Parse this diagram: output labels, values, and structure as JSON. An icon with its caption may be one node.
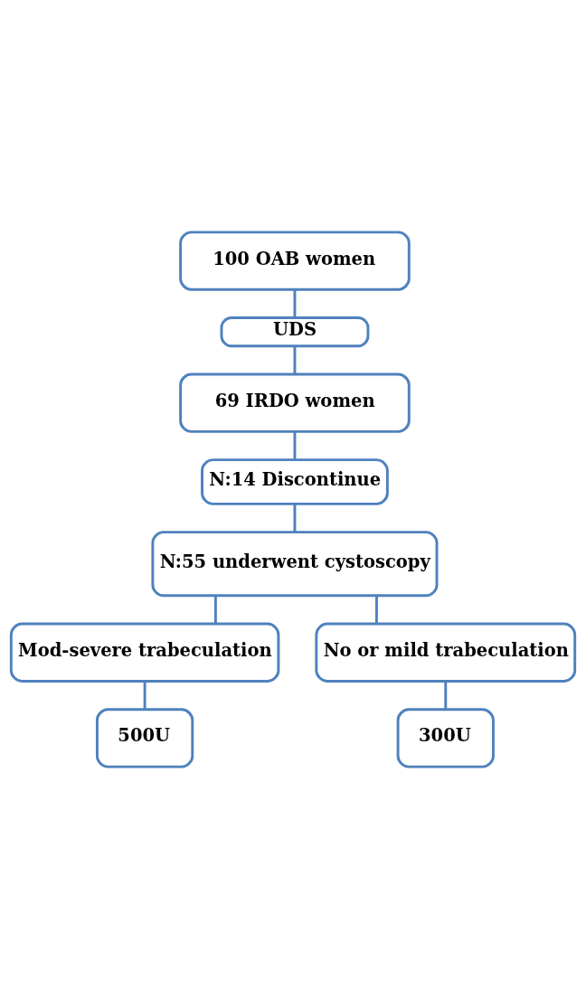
{
  "diagram": {
    "nodes": [
      {
        "text": [
          "100 OAB women"
        ]
      },
      {
        "text": [
          "UDS"
        ]
      },
      {
        "text": [
          "69 IRDO women"
        ]
      },
      {
        "text": [
          "N:14 Discontinue"
        ]
      },
      {
        "text": [
          "N:55 underwent cystoscopy"
        ]
      },
      {
        "text": [
          "Mod-severe trabeculation"
        ]
      },
      {
        "text": [
          "No or mild trabeculation"
        ]
      },
      {
        "text": [
          "500U"
        ]
      },
      {
        "text": [
          "300U"
        ]
      }
    ],
    "edges": [
      {
        "from": 0,
        "to": 1,
        "arrow": "none"
      },
      {
        "from": 1,
        "to": 2,
        "arrow": "none"
      },
      {
        "from": 2,
        "to": 3,
        "arrow": "none"
      },
      {
        "from": 3,
        "to": 4,
        "arrow": "none"
      },
      {
        "from": 4,
        "to": 5,
        "arrow": "none"
      },
      {
        "from": 4,
        "to": 6,
        "arrow": "none"
      },
      {
        "from": 5,
        "to": 7,
        "arrow": "none"
      },
      {
        "from": 6,
        "to": 8,
        "arrow": "none"
      }
    ]
  }
}
